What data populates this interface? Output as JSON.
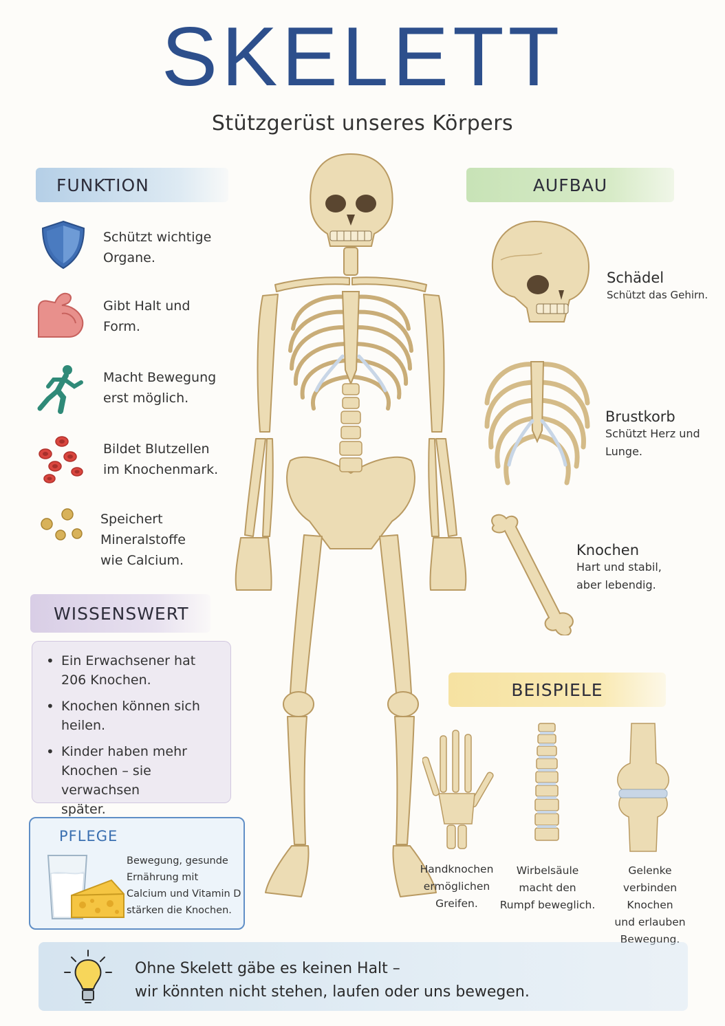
{
  "header": {
    "title": "SKELETT",
    "subtitle": "Stützgerüst unseres Körpers"
  },
  "funktion": {
    "heading": "FUNKTION",
    "items": [
      {
        "icon": "shield-icon",
        "line1": "Schützt wichtige",
        "line2": "Organe."
      },
      {
        "icon": "arm-muscle-icon",
        "line1": "Gibt Halt und",
        "line2": "Form."
      },
      {
        "icon": "running-person-icon",
        "line1": "Macht Bewegung",
        "line2": "erst möglich."
      },
      {
        "icon": "blood-cells-icon",
        "line1": "Bildet Blutzellen",
        "line2": "im Knochenmark."
      },
      {
        "icon": "minerals-icon",
        "line1": "Speichert Mineralstoffe",
        "line2": "wie Calcium."
      }
    ]
  },
  "aufbau": {
    "heading": "AUFBAU",
    "parts": [
      {
        "name": "Schädel",
        "desc1": "Schützt das Gehirn.",
        "desc2": ""
      },
      {
        "name": "Brustkorb",
        "desc1": "Schützt Herz und",
        "desc2": "Lunge."
      },
      {
        "name": "Knochen",
        "desc1": "Hart und stabil,",
        "desc2": "aber lebendig."
      }
    ]
  },
  "wissenswert": {
    "heading": "WISSENSWERT",
    "items": [
      {
        "line1": "Ein Erwachsener hat",
        "line2": "206 Knochen.",
        "line3": ""
      },
      {
        "line1": "Knochen können sich",
        "line2": "heilen.",
        "line3": ""
      },
      {
        "line1": "Kinder haben mehr",
        "line2": "Knochen – sie verwachsen",
        "line3": "später."
      }
    ]
  },
  "pflege": {
    "heading": "PFLEGE",
    "lines": [
      "Bewegung, gesunde",
      "Ernährung mit",
      "Calcium und Vitamin D",
      "stärken die Knochen."
    ]
  },
  "beispiele": {
    "heading": "BEISPIELE",
    "items": [
      {
        "lines": [
          "Handknochen",
          "ermöglichen",
          "Greifen."
        ]
      },
      {
        "lines": [
          "Wirbelsäule",
          "macht den",
          "Rumpf beweglich."
        ]
      },
      {
        "lines": [
          "Gelenke",
          "verbinden Knochen",
          "und erlauben",
          "Bewegung."
        ]
      }
    ]
  },
  "footer": {
    "line1": "Ohne Skelett gäbe es keinen Halt –",
    "line2": "wir könnten nicht stehen, laufen oder uns bewegen."
  },
  "colors": {
    "title": "#2d4f8c",
    "bone": "#e8d4a6",
    "bone_shade": "#c9ad78",
    "cartilage": "#c8d6e6"
  }
}
